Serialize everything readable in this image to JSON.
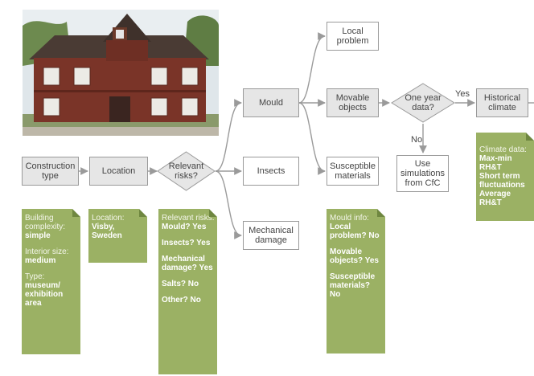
{
  "nodes": {
    "construction_type": "Construction type",
    "location": "Location",
    "relevant_risks": "Relevant risks?",
    "mould": "Mould",
    "insects": "Insects",
    "mechanical_damage": "Mechanical damage",
    "local_problem": "Local problem",
    "movable_objects": "Movable objects",
    "susceptible_materials": "Susceptible materials",
    "one_year_data": "One year data?",
    "historical_climate": "Historical climate",
    "use_simulations": "Use simulations from CfC"
  },
  "edge_labels": {
    "yes": "Yes",
    "no": "No"
  },
  "notes": {
    "building": {
      "complexity_label": "Building complexity:",
      "complexity_value": "simple",
      "interior_label": "Interior size:",
      "interior_value": "medium",
      "type_label": "Type:",
      "type_value": "museum/ exhibition area"
    },
    "location": {
      "label": "Location:",
      "value": "Visby, Sweden"
    },
    "risks": {
      "label": "Relevant risks:",
      "mould": "Mould? Yes",
      "insects": "Insects? Yes",
      "mechanical": "Mechanical damage? Yes",
      "salts": "Salts? No",
      "other": "Other? No"
    },
    "mould_info": {
      "label": "Mould info:",
      "local": "Local problem? No",
      "movable": "Movable objects? Yes",
      "susceptible": "Susceptible materials? No"
    },
    "climate": {
      "label": "Climate data:",
      "maxmin": "Max-min RH&T",
      "short_term": "Short term fluctuations",
      "average": "Average RH&T"
    }
  },
  "colors": {
    "note_green": "#9bb164",
    "box_grey": "#e6e6e6",
    "line": "#9a9a9a"
  }
}
